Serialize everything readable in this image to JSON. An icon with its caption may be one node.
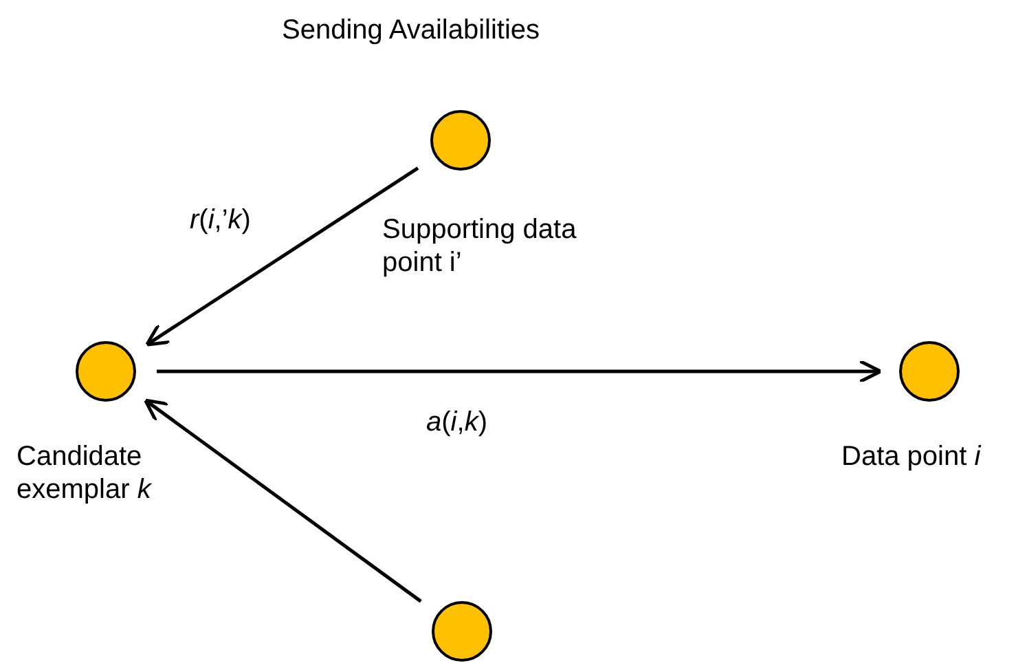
{
  "diagram": {
    "title": "Sending Availabilities",
    "nodes": [
      {
        "text": [],
        "shape": "circle",
        "beside": [
          "Supporting data point i’"
        ]
      },
      {
        "text": [],
        "shape": "circle",
        "beside": [
          "Candidate exemplar *k*"
        ]
      },
      {
        "text": [],
        "shape": "circle",
        "beside": [
          "Data point *i*"
        ]
      },
      {
        "text": [],
        "shape": "circle"
      }
    ],
    "edges": [
      {
        "from": 0,
        "to": 1,
        "arrow": "to",
        "label": "*r*(*i*,’*k*)"
      },
      {
        "from": 1,
        "to": 2,
        "arrow": "to",
        "label": "*a*(*i*,*k*)"
      },
      {
        "from": 3,
        "to": 1,
        "arrow": "to"
      }
    ]
  }
}
